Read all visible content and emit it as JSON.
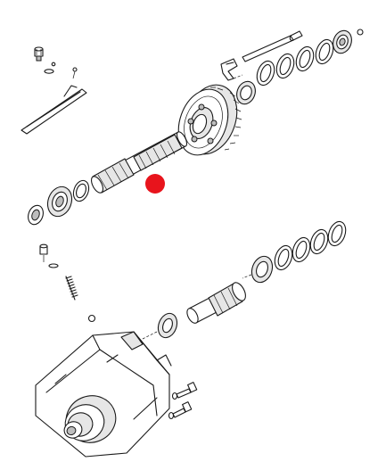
{
  "figure": {
    "background": "#ffffff",
    "line_color": "#1a1a1a",
    "highlight_color": "#e8141c",
    "highlight_marker": "red-dot-icon"
  },
  "parts": [
    {
      "id": "upper-cap-screw",
      "icon": "cap-screw-icon"
    },
    {
      "id": "upper-retaining-clip",
      "icon": "clip-icon"
    },
    {
      "id": "shift-rod",
      "icon": "rod-icon"
    },
    {
      "id": "output-shaft",
      "icon": "shaft-icon"
    },
    {
      "id": "large-gear",
      "icon": "gear-icon"
    },
    {
      "id": "thin-pin",
      "icon": "pin-icon"
    },
    {
      "id": "fork",
      "icon": "fork-icon"
    },
    {
      "id": "upper-shim-rings",
      "icon": "ring-icon"
    },
    {
      "id": "upper-bearing",
      "icon": "bearing-icon"
    },
    {
      "id": "lower-left-bearing",
      "icon": "bearing-icon"
    },
    {
      "id": "lower-right-shims",
      "icon": "ring-icon"
    },
    {
      "id": "input-pinion-shaft",
      "icon": "pinion-icon"
    },
    {
      "id": "detent-plug",
      "icon": "plug-icon"
    },
    {
      "id": "detent-spring",
      "icon": "spring-icon"
    },
    {
      "id": "detent-ball",
      "icon": "ball-icon"
    },
    {
      "id": "housing",
      "icon": "housing-icon"
    },
    {
      "id": "housing-bolts",
      "icon": "bolt-icon"
    }
  ]
}
